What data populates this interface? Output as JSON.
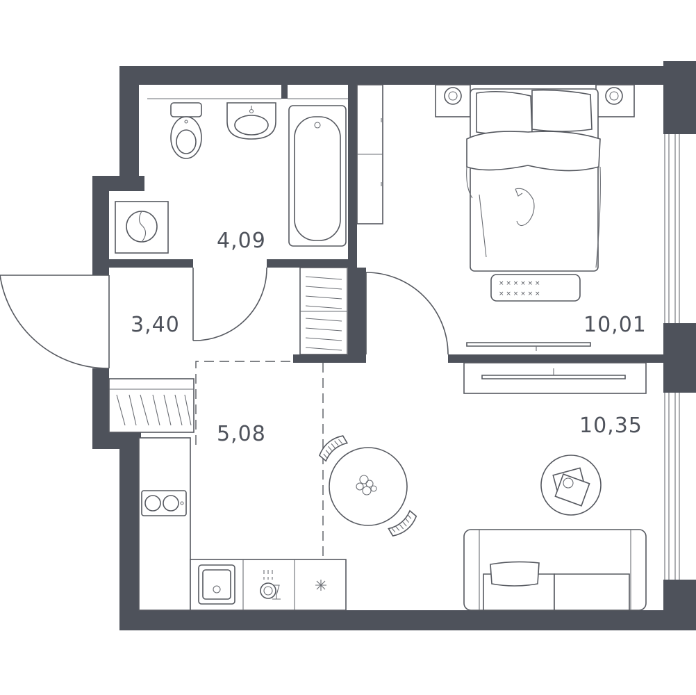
{
  "rooms": [
    {
      "id": "bathroom",
      "area": "4,09"
    },
    {
      "id": "hall",
      "area": "3,40"
    },
    {
      "id": "kitchen",
      "area": "5,08"
    },
    {
      "id": "bedroom",
      "area": "10,01"
    },
    {
      "id": "living",
      "area": "10,35"
    }
  ],
  "colors": {
    "wall": "#4e525b",
    "line": "#55585f",
    "background": "#ffffff"
  }
}
